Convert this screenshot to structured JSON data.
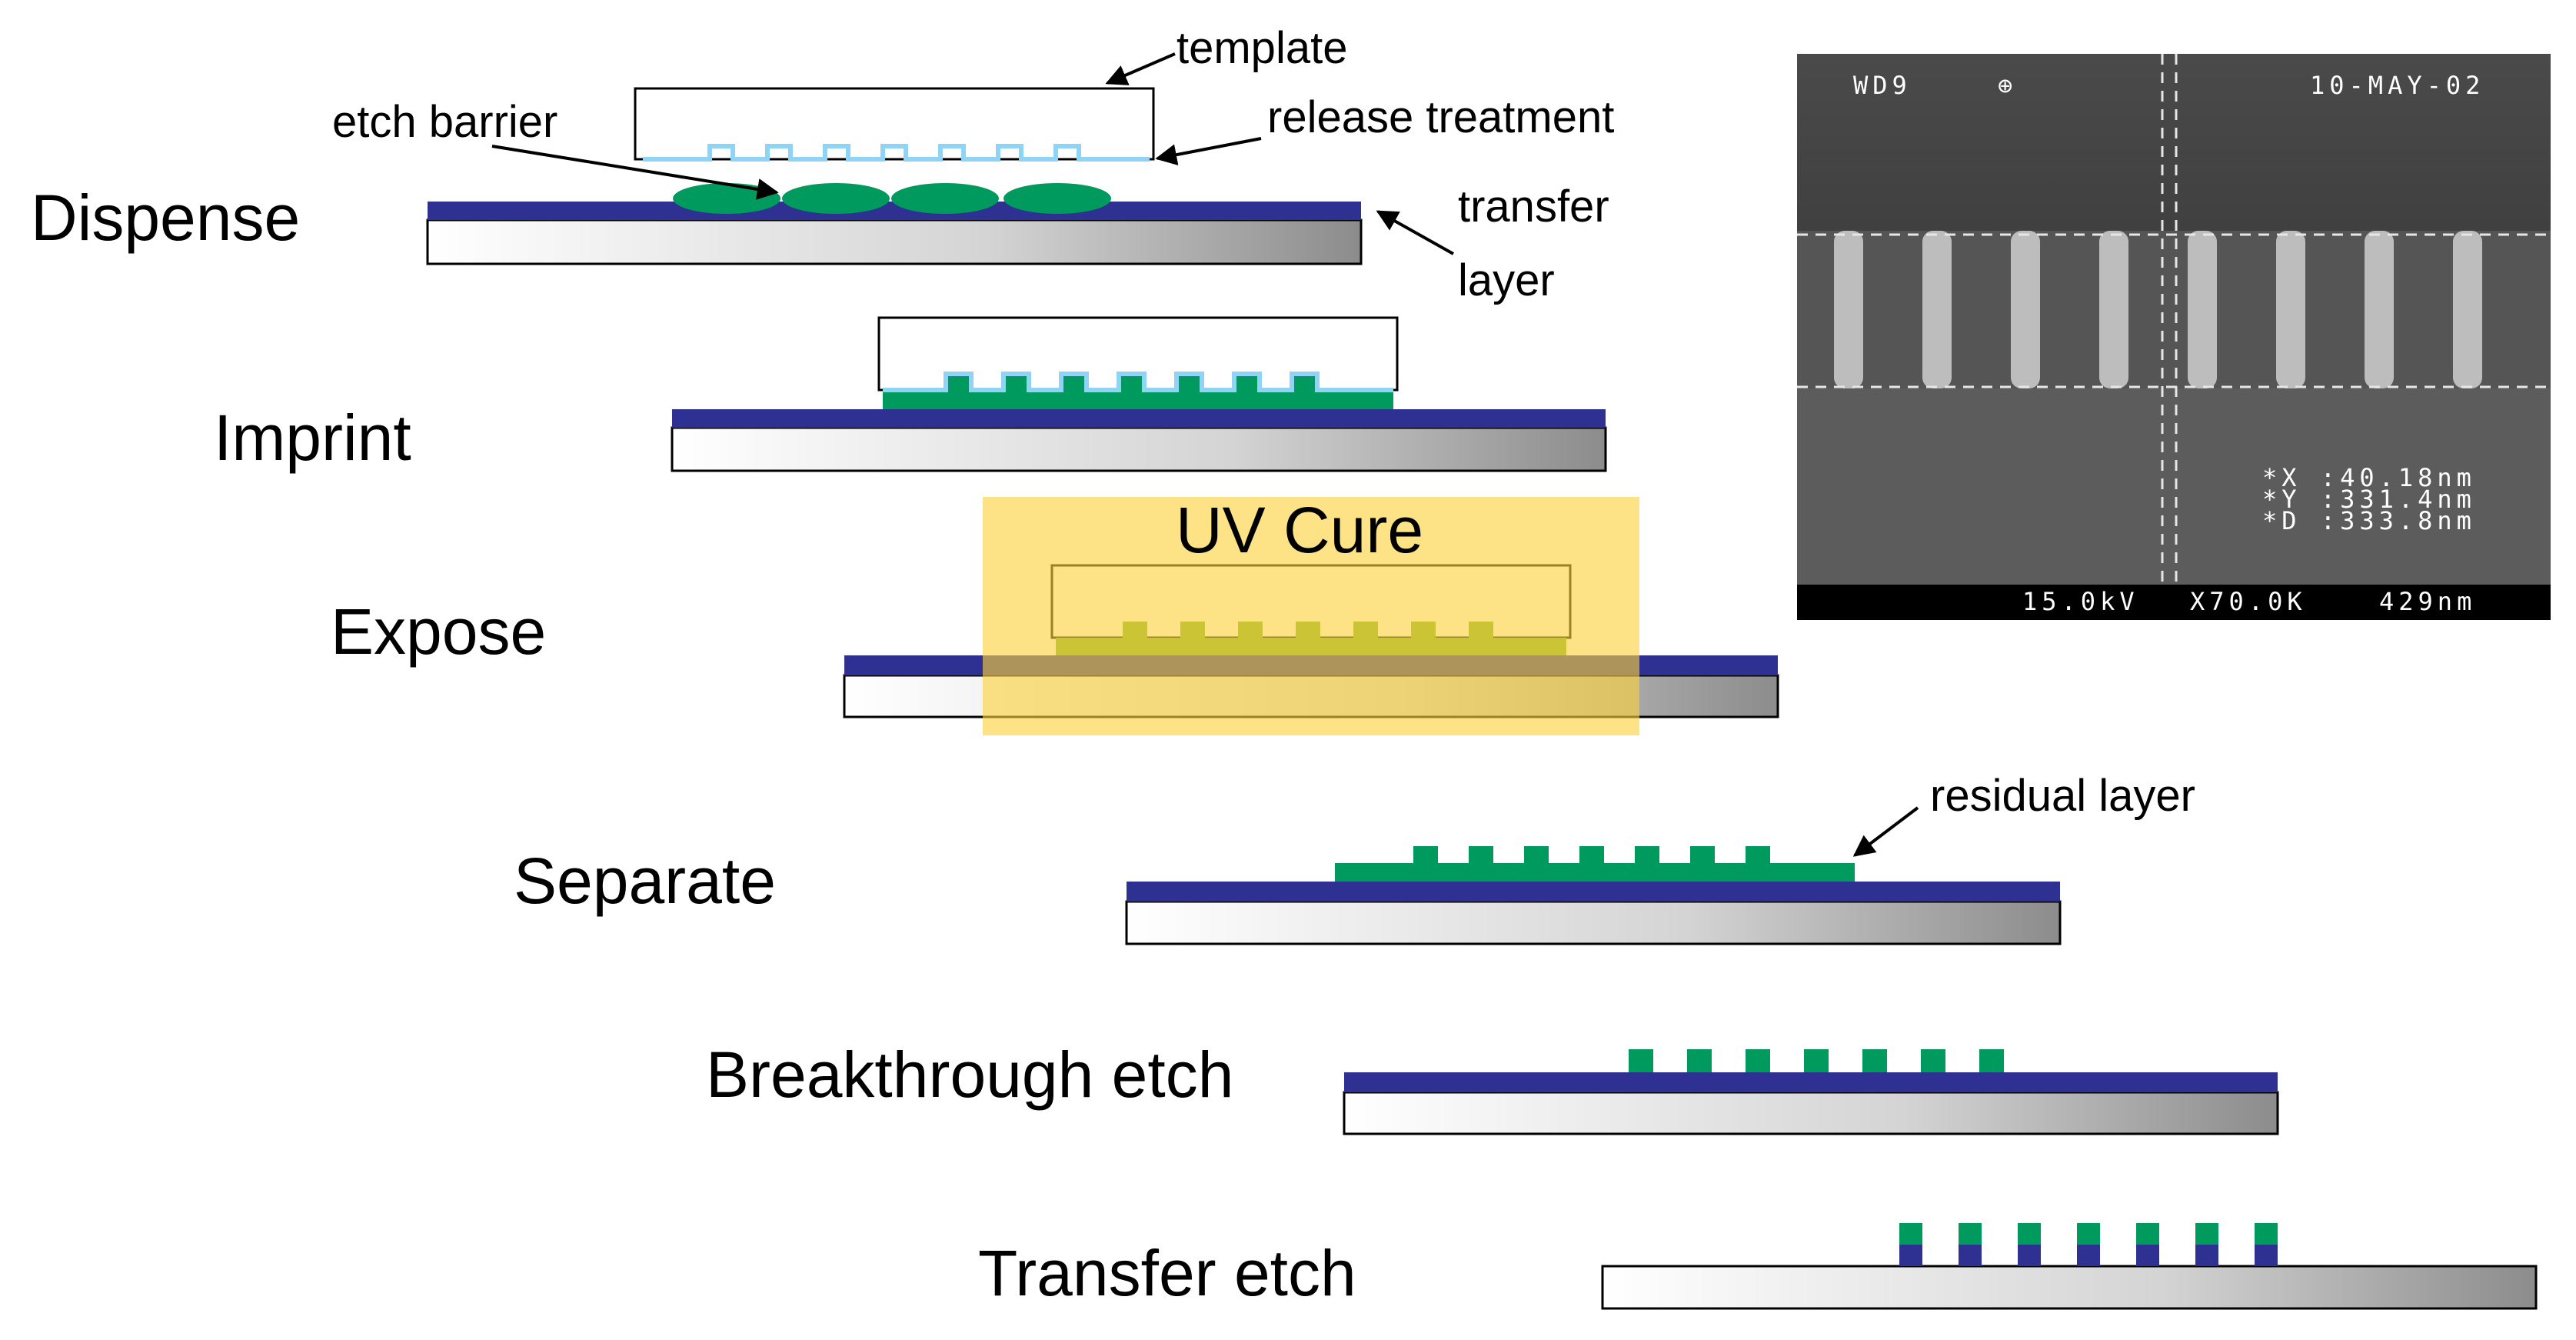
{
  "steps": {
    "dispense": "Dispense",
    "imprint": "Imprint",
    "expose": "Expose",
    "separate": "Separate",
    "breakthrough": "Breakthrough etch",
    "transfer": "Transfer etch"
  },
  "annotations": {
    "template": "template",
    "etch_barrier": "etch barrier",
    "release_treatment": "release treatment",
    "transfer_line1": "transfer",
    "transfer_line2": "layer",
    "uv_cure": "UV Cure",
    "residual_layer": "residual layer"
  },
  "sem_image": {
    "wd": "WD9",
    "date": "10-MAY-02",
    "x_measure": "*X :40.18nm",
    "y_measure": "*Y :331.4nm",
    "d_measure": "*D :333.8nm",
    "voltage": "15.0kV",
    "magnification": "X70.0K",
    "scale": "429nm"
  },
  "colors": {
    "transfer_layer": "#2e3192",
    "etch_barrier": "#009a5e",
    "release_treatment": "#8fd3f5",
    "uv_highlight": "#fde58a",
    "cured_resist": "#7cae2e"
  }
}
